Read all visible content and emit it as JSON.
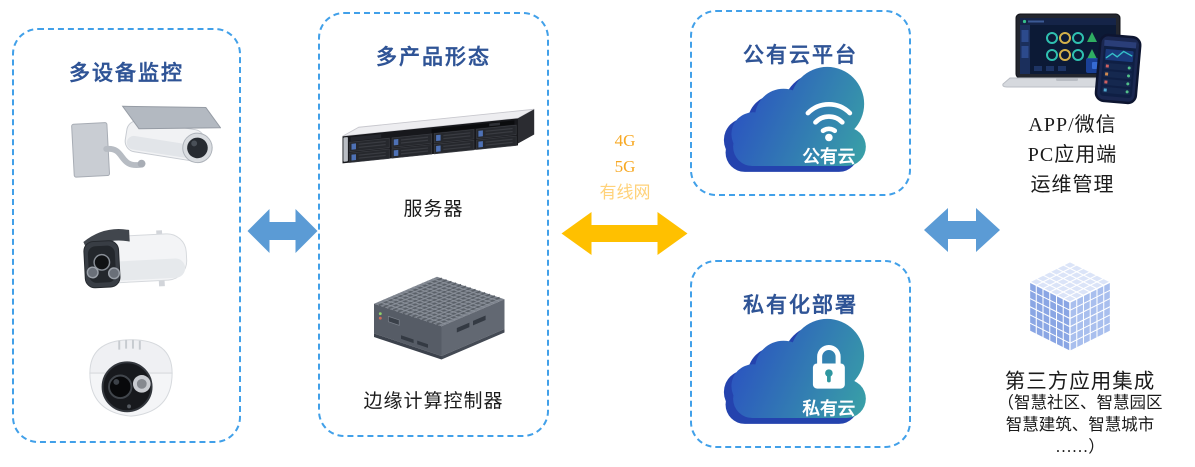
{
  "colors": {
    "box_border": "#41A0E9",
    "title_text": "#2F5496",
    "link_arrow_blue": "#5B9BD5",
    "link_arrow_gold": "#FFC000",
    "network_text": "#F7A823",
    "cloud_gradient_start": "#2A4EC2",
    "cloud_gradient_end": "#3AA8A4",
    "body_text": "#1C1C1C"
  },
  "devices_box": {
    "title": "多设备监控",
    "items": [
      {
        "icon": "wall-mount-camera-icon"
      },
      {
        "icon": "bullet-camera-icon"
      },
      {
        "icon": "dome-camera-icon"
      }
    ]
  },
  "products_box": {
    "title": "多产品形态",
    "server": {
      "icon": "rack-server-icon",
      "label": "服务器"
    },
    "edge": {
      "icon": "edge-computing-box-icon",
      "label": "边缘计算控制器"
    }
  },
  "network_link": {
    "lines": [
      "4G",
      "5G",
      "有线网"
    ],
    "arrow": "gold-double-arrow"
  },
  "public_cloud_box": {
    "title": "公有云平台",
    "cloud_label": "公有云",
    "icon": "wifi-icon"
  },
  "private_cloud_box": {
    "title": "私有化部署",
    "cloud_label": "私有云",
    "icon": "lock-icon"
  },
  "client_section": {
    "icon": "laptop-phone-icon",
    "lines": [
      "APP/微信",
      "PC应用端",
      "运维管理"
    ]
  },
  "integration_section": {
    "icon": "cube-icon",
    "title": "第三方应用集成",
    "lines": [
      "（智慧社区、智慧园区",
      "智慧建筑、智慧城市",
      "……）"
    ]
  }
}
